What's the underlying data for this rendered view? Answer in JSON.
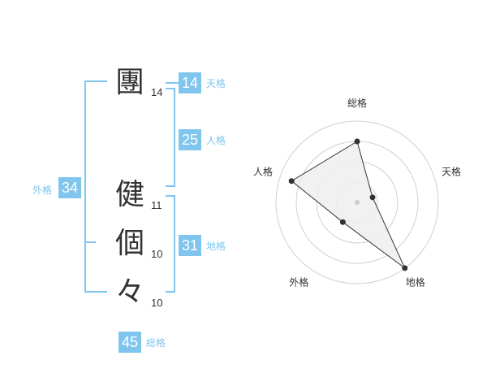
{
  "name": {
    "chars": [
      {
        "char": "團",
        "strokes": "14"
      },
      {
        "char": "健",
        "strokes": "11"
      },
      {
        "char": "個",
        "strokes": "10"
      },
      {
        "char": "々",
        "strokes": "10"
      }
    ]
  },
  "kakusu": {
    "tenkaku": {
      "value": "14",
      "label": "天格"
    },
    "jinkaku": {
      "value": "25",
      "label": "人格"
    },
    "chikaku": {
      "value": "31",
      "label": "地格"
    },
    "gaikaku": {
      "value": "34",
      "label": "外格"
    },
    "soukaku": {
      "value": "45",
      "label": "総格"
    }
  },
  "colors": {
    "accent": "#7fc5ee",
    "text": "#333333",
    "grid": "#d0d0d0",
    "fill": "#eeeeee"
  },
  "chart_data": {
    "type": "radar",
    "axes": [
      "総格",
      "天格",
      "地格",
      "外格",
      "人格"
    ],
    "values": [
      0.75,
      0.2,
      1.0,
      0.3,
      0.85
    ],
    "rings": 4,
    "range": [
      0,
      1
    ]
  }
}
